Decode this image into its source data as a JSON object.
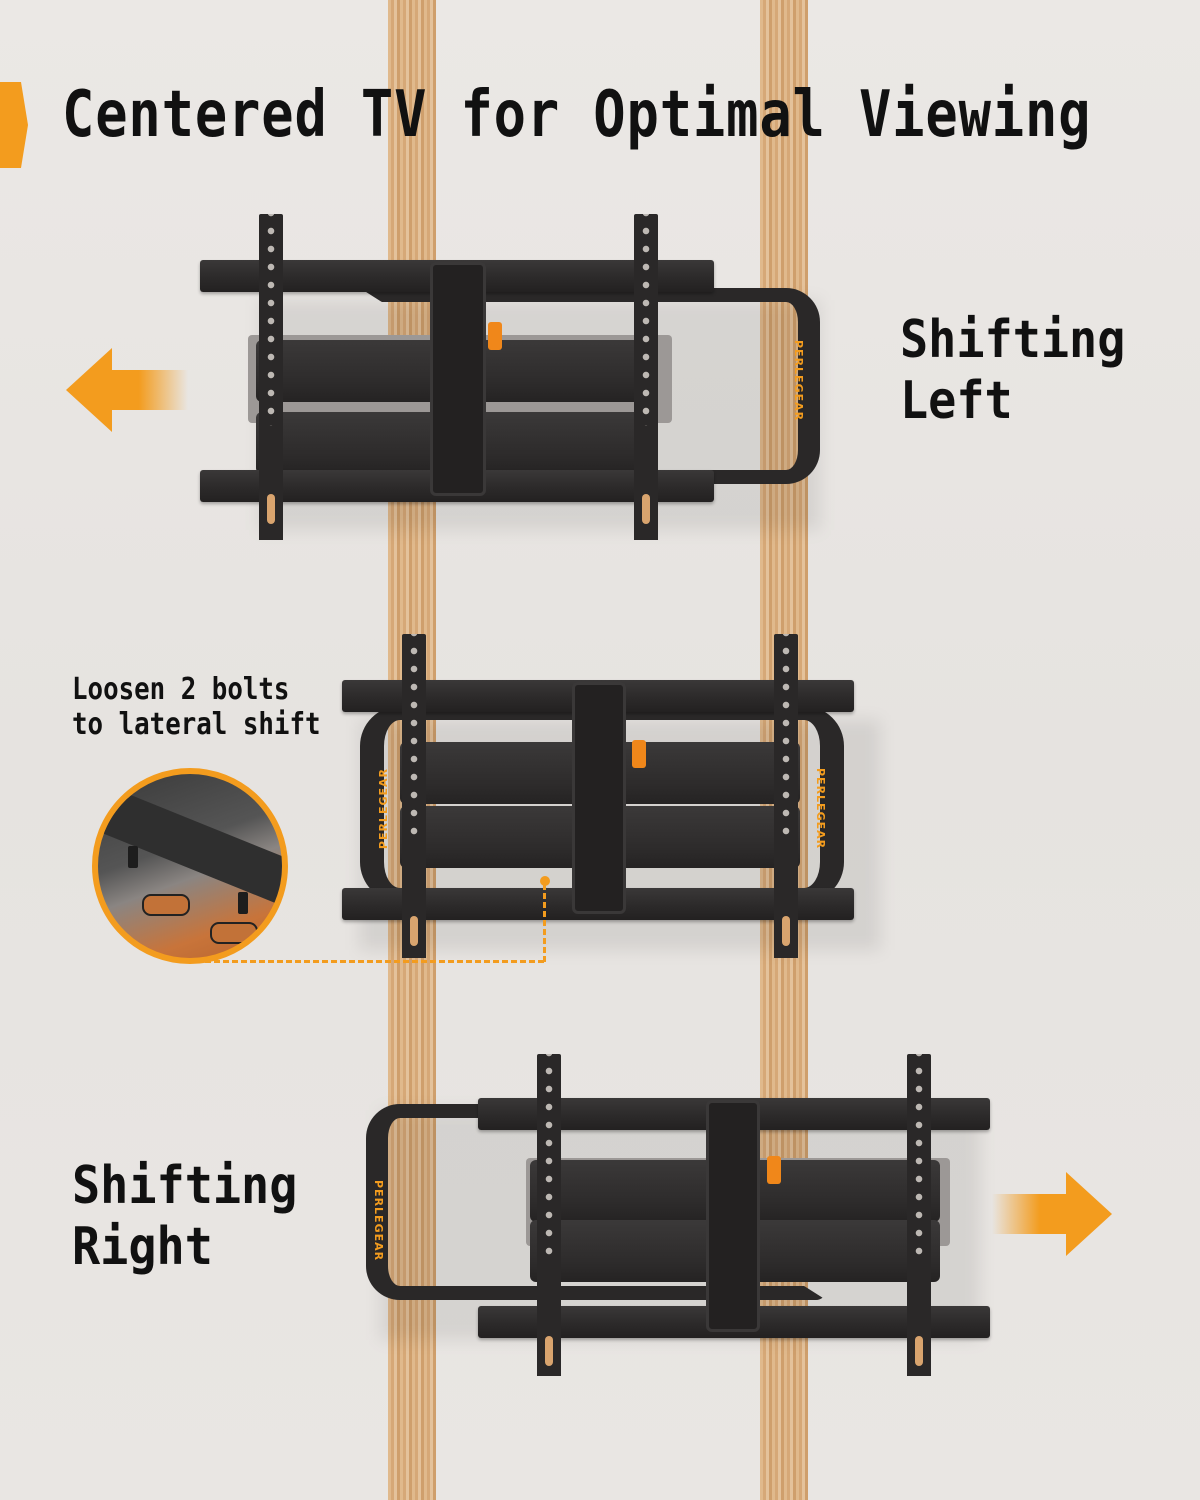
{
  "title": "Centered TV for Optimal Viewing",
  "colors": {
    "accent": "#f39c1e",
    "text": "#111111",
    "background": "#e8e5e2",
    "mount": "#2a2828",
    "stud": "#d9ac7c"
  },
  "brand": "PERLEGEAR",
  "sections": [
    {
      "id": "left",
      "label_lines": [
        "Shifting",
        "Left"
      ],
      "arrow": "arrow-left-icon"
    },
    {
      "id": "center",
      "callout_lines": [
        "Loosen 2 bolts",
        "to lateral shift"
      ]
    },
    {
      "id": "right",
      "label_lines": [
        "Shifting",
        "Right"
      ],
      "arrow": "arrow-right-icon"
    }
  ]
}
